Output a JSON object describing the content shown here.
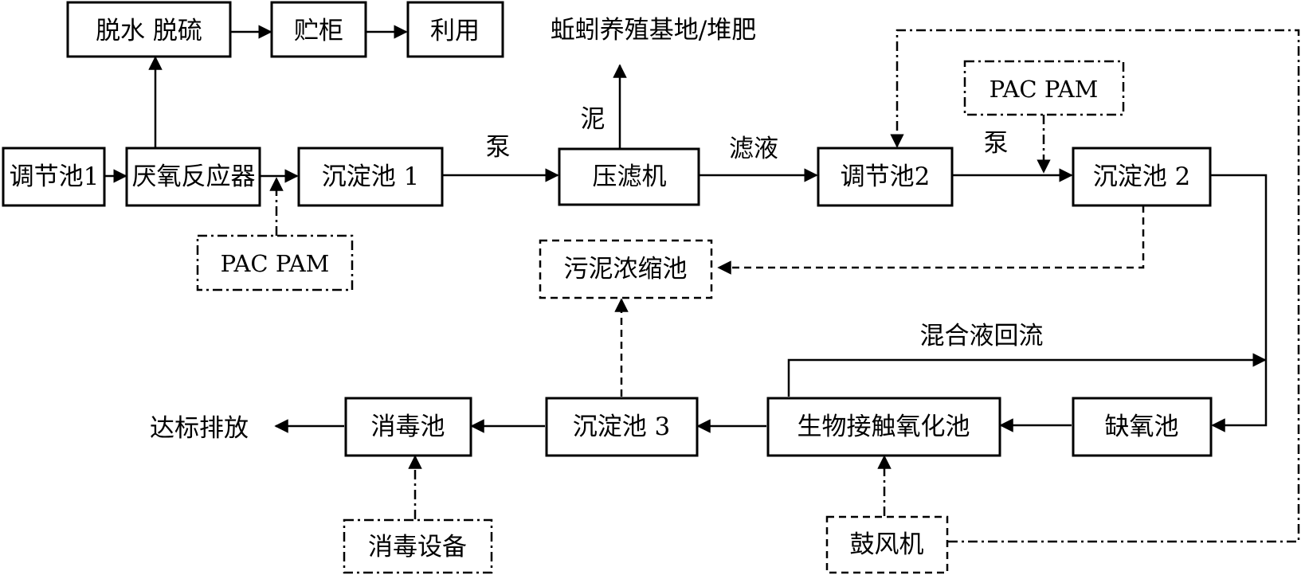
{
  "nodes": {
    "dewater": "脱水 脱硫",
    "storage": "贮柜",
    "use": "利用",
    "worm": "蚯蚓养殖基地/堆肥",
    "pac2": "PAC PAM",
    "equal1": "调节池1",
    "anaerobic": "厌氧反应器",
    "settle1": "沉淀池 1",
    "filterpress": "压滤机",
    "equal2": "调节池2",
    "settle2": "沉淀池 2",
    "pac1": "PAC PAM",
    "thickener": "污泥浓缩池",
    "discharge": "达标排放",
    "disinfect": "消毒池",
    "settle3": "沉淀池 3",
    "biocontact": "生物接触氧化池",
    "anoxic": "缺氧池",
    "disinfect_equip": "消毒设备",
    "blower": "鼓风机"
  },
  "annotations": {
    "pump1": "泵",
    "sludge": "泥",
    "filtrate": "滤液",
    "pump2": "泵",
    "recycle": "混合液回流"
  }
}
